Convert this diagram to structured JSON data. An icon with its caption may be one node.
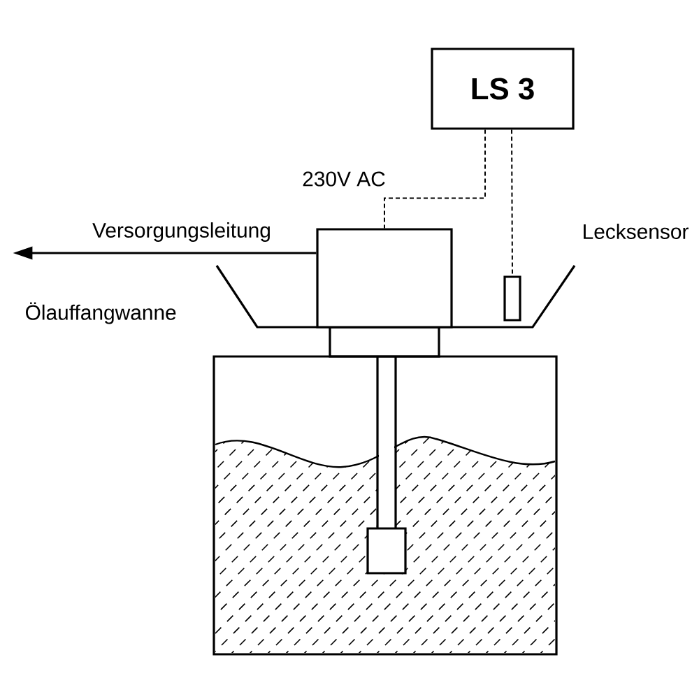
{
  "diagram": {
    "nodes": [
      {
        "text": [
          "LS 3"
        ]
      },
      {
        "text": [],
        "shape": "box"
      },
      {
        "text": [],
        "shape": "box",
        "beside": [
          "Lecksensor"
        ]
      }
    ],
    "edges": [
      {
        "from": 0,
        "to": 1,
        "arrow": "none",
        "style": "dashed",
        "label": "230V AC"
      },
      {
        "from": 0,
        "to": 2,
        "arrow": "none",
        "style": "dashed"
      },
      {
        "from": 1,
        "to": null,
        "arrow": "to",
        "label": "Versorgungsleitung"
      }
    ],
    "labels": [
      "Ölauffangwanne"
    ]
  }
}
